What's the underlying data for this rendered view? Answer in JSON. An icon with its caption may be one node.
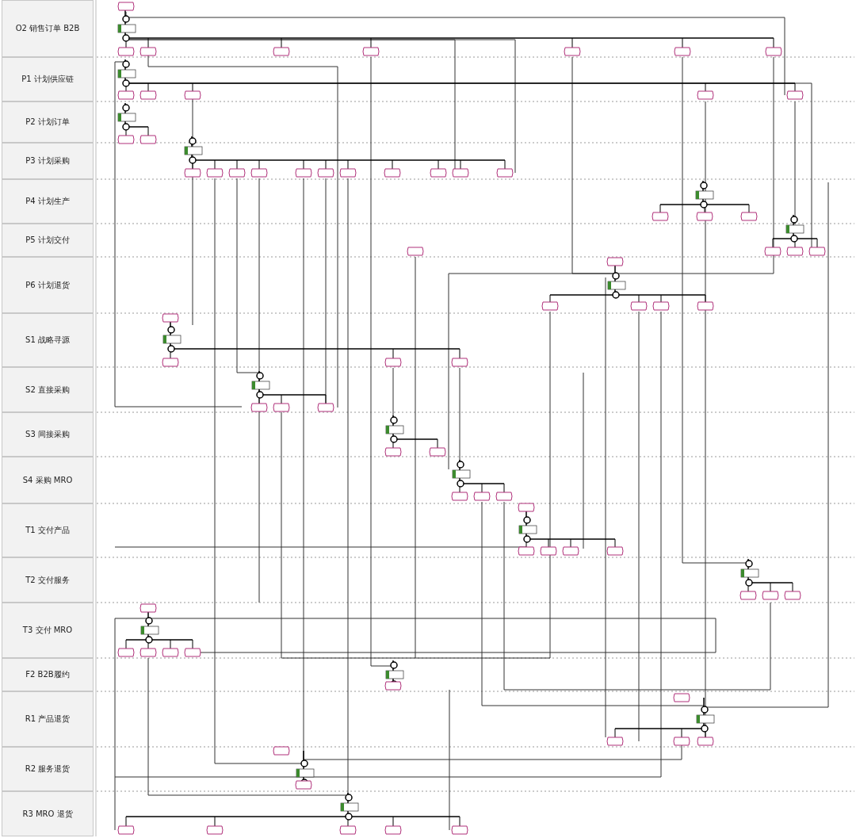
{
  "diagram": {
    "nodes": [
      {
        "text": [
          "O2 销售订单 B2B"
        ]
      },
      {
        "text": [
          "P1 计划供应链"
        ]
      },
      {
        "text": [
          "P2 计划订单"
        ]
      },
      {
        "text": [
          "P3 计划采购"
        ]
      },
      {
        "text": [
          "P4 计划生产"
        ]
      },
      {
        "text": [
          "P5 计划交付"
        ]
      },
      {
        "text": [
          "P6 计划退货"
        ]
      },
      {
        "text": [
          "S1 战略寻源"
        ]
      },
      {
        "text": [
          "S2 直接采购"
        ]
      },
      {
        "text": [
          "S3 间接采购"
        ]
      },
      {
        "text": [
          "S4 采购 MRO"
        ]
      },
      {
        "text": [
          "T1 交付产品"
        ]
      },
      {
        "text": [
          "T2 交付服务"
        ]
      },
      {
        "text": [
          "T3 交付 MRO"
        ]
      },
      {
        "text": [
          "F2 B2B履约"
        ]
      },
      {
        "text": [
          "R1 产品退货"
        ]
      },
      {
        "text": [
          "R2 服务退货"
        ]
      },
      {
        "text": [
          "R3 MRO 退货"
        ]
      }
    ]
  }
}
